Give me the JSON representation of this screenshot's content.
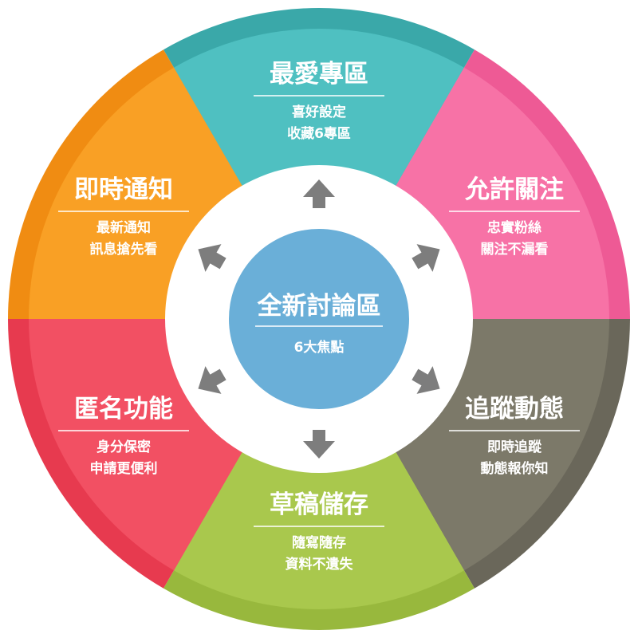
{
  "center": {
    "title": "全新討論區",
    "subtitle": "6大焦點",
    "color": "#6aafd8"
  },
  "segments": [
    {
      "id": "favorites",
      "title": "最愛專區",
      "lines": [
        "喜好設定",
        "收藏6專區"
      ],
      "color": "#4fc0c1",
      "rim": "#3aa8a9"
    },
    {
      "id": "follow",
      "title": "允許關注",
      "lines": [
        "忠實粉絲",
        "關注不漏看"
      ],
      "color": "#f772a6",
      "rim": "#ee5a95"
    },
    {
      "id": "tracking",
      "title": "追蹤動態",
      "lines": [
        "即時追蹤",
        "動態報你知"
      ],
      "color": "#7c7969",
      "rim": "#6a675a"
    },
    {
      "id": "draft",
      "title": "草稿儲存",
      "lines": [
        "隨寫隨存",
        "資料不遺失"
      ],
      "color": "#a9c84d",
      "rim": "#98b83d"
    },
    {
      "id": "anonymous",
      "title": "匿名功能",
      "lines": [
        "身分保密",
        "申請更便利"
      ],
      "color": "#f25063",
      "rim": "#e73a4f"
    },
    {
      "id": "notify",
      "title": "即時通知",
      "lines": [
        "最新通知",
        "訊息搶先看"
      ],
      "color": "#f9a025",
      "rim": "#f08c12"
    }
  ],
  "colors": {
    "ring": "#ffffff",
    "arrow": "#7d7d7d"
  },
  "icons": {
    "arrow": "arrow-icon"
  }
}
